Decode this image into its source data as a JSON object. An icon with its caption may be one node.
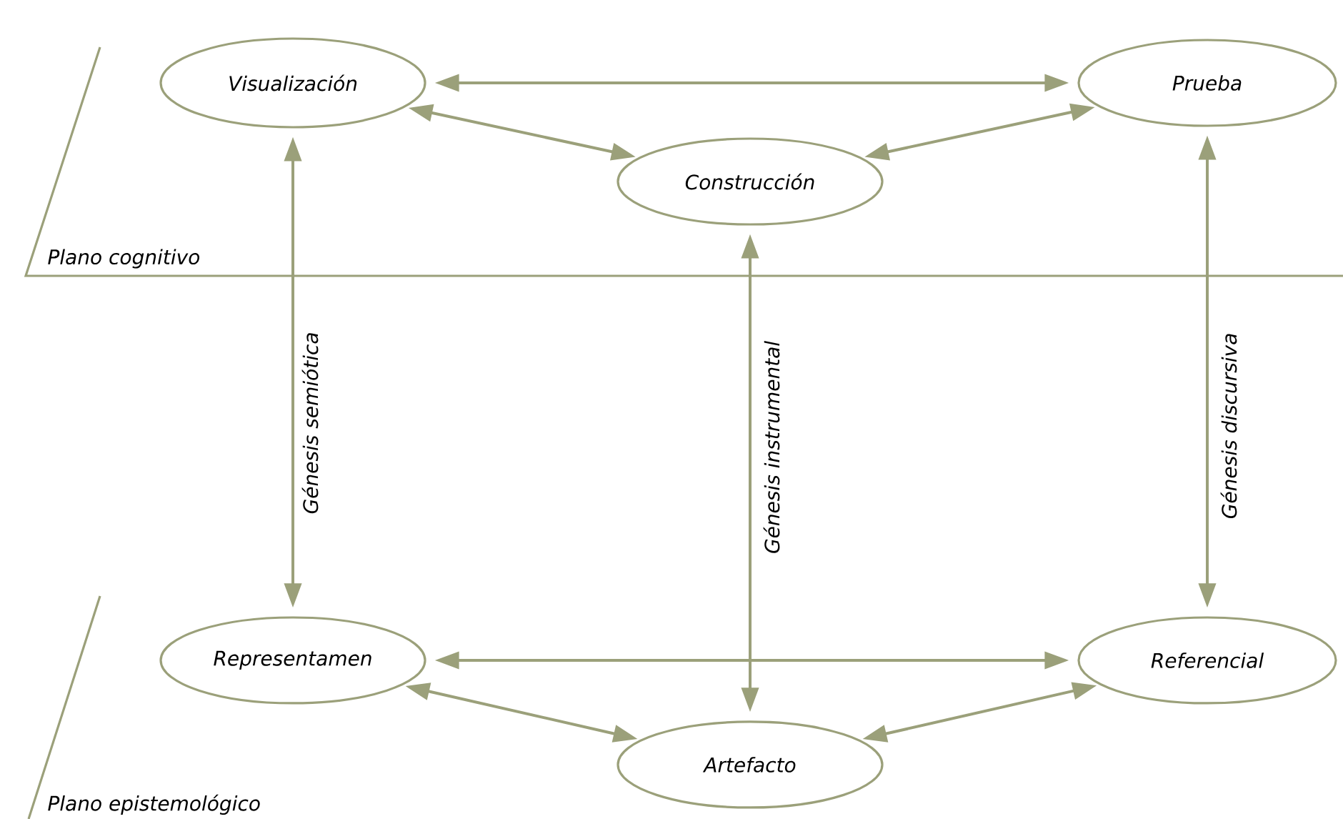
{
  "diagram": {
    "nodes": [
      {
        "text": [
          "Visualización"
        ]
      },
      {
        "text": [
          "Prueba"
        ]
      },
      {
        "text": [
          "Construcción"
        ]
      },
      {
        "text": [
          "Representamen"
        ]
      },
      {
        "text": [
          "Referencial"
        ]
      },
      {
        "text": [
          "Artefacto"
        ]
      }
    ],
    "edges": [
      {
        "from": 0,
        "to": 1,
        "arrow": "both"
      },
      {
        "from": 0,
        "to": 2,
        "arrow": "both"
      },
      {
        "from": 2,
        "to": 1,
        "arrow": "both"
      },
      {
        "from": 0,
        "to": 3,
        "arrow": "both",
        "label": "Génesis semiótica"
      },
      {
        "from": 2,
        "to": 5,
        "arrow": "both",
        "label": "Génesis instrumental"
      },
      {
        "from": 1,
        "to": 4,
        "arrow": "both",
        "label": "Génesis discursiva"
      },
      {
        "from": 3,
        "to": 4,
        "arrow": "both"
      },
      {
        "from": 3,
        "to": 5,
        "arrow": "both"
      },
      {
        "from": 5,
        "to": 4,
        "arrow": "both"
      }
    ],
    "labels": [
      "Plano cognitivo",
      "Plano epistemológico"
    ]
  }
}
